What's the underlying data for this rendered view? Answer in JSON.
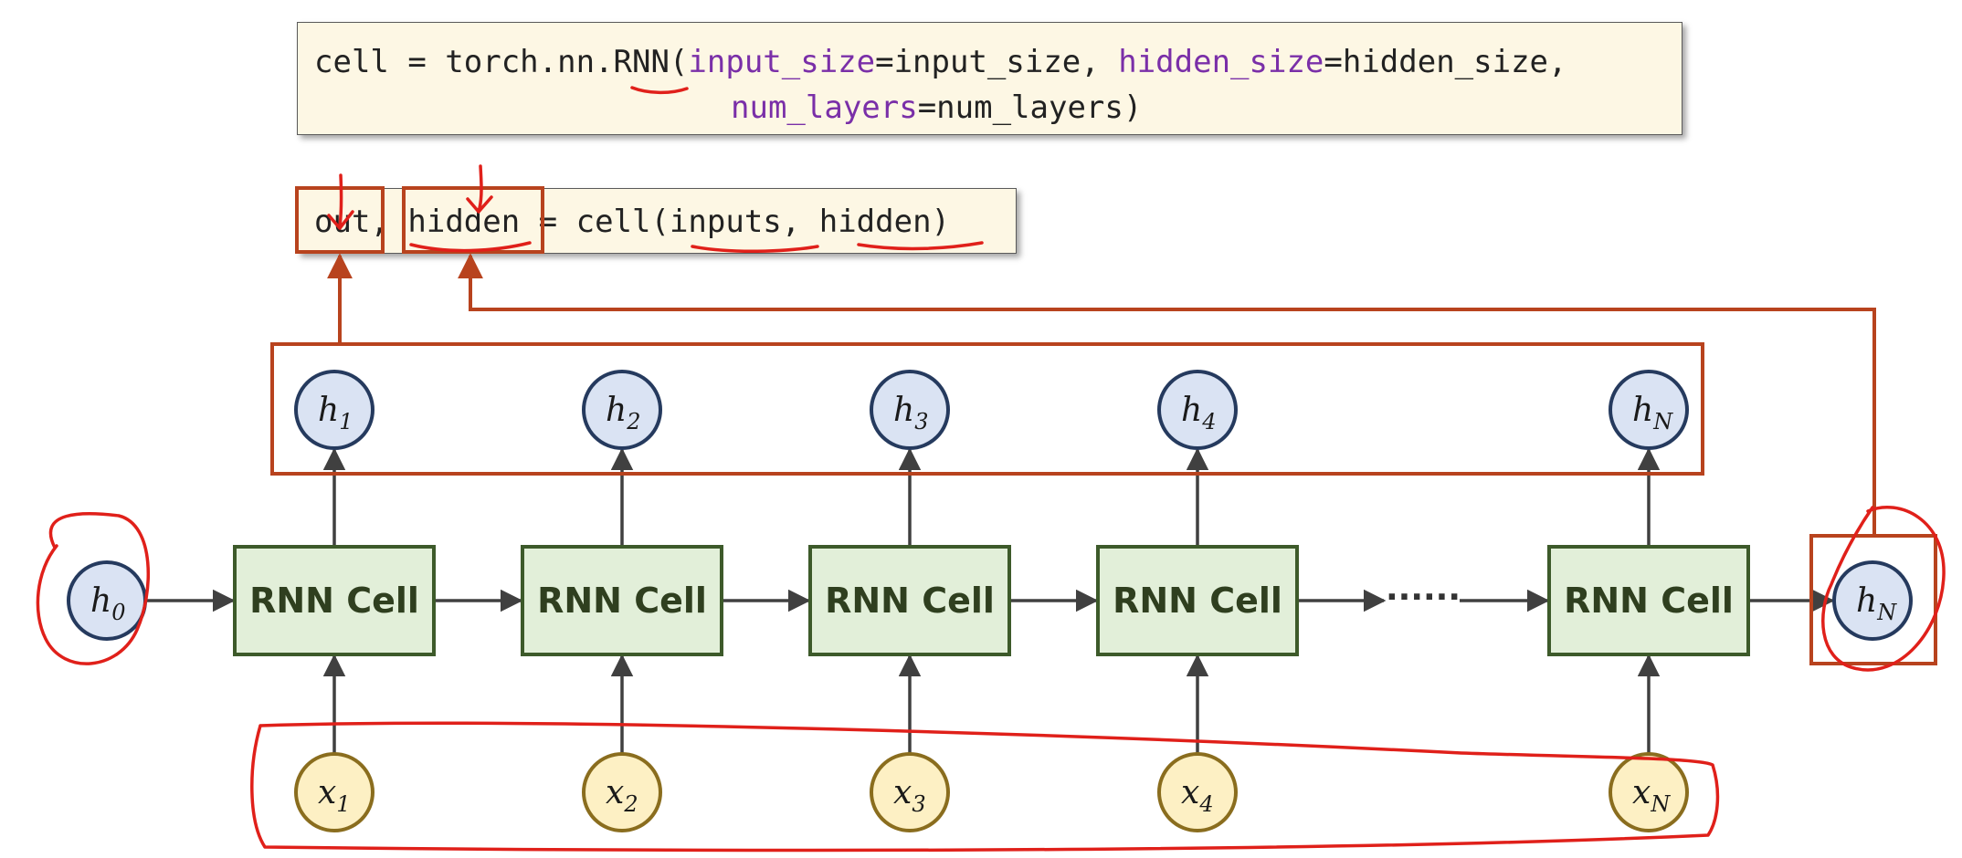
{
  "code": {
    "line1_prefix": "cell = torch.nn.RNN(",
    "line1_kw1": "input_size",
    "line1_val1": "=input_size, ",
    "line1_kw2": "hidden_size",
    "line1_val2": "=hidden_size,",
    "line2_kw": "num_layers",
    "line2_val": "=num_layers)",
    "call_out": "out",
    "call_comma": ", ",
    "call_hidden": "hidden",
    "call_rest": " = cell(inputs, hidden)"
  },
  "diagram": {
    "cell_label": "RNN Cell",
    "ellipsis": "······",
    "initial_hidden": {
      "var": "h",
      "sub": "0"
    },
    "final_hidden": {
      "var": "h",
      "sub": "N"
    },
    "outputs": [
      {
        "var": "h",
        "sub": "1"
      },
      {
        "var": "h",
        "sub": "2"
      },
      {
        "var": "h",
        "sub": "3"
      },
      {
        "var": "h",
        "sub": "4"
      },
      {
        "var": "h",
        "sub": "N"
      }
    ],
    "inputs": [
      {
        "var": "x",
        "sub": "1"
      },
      {
        "var": "x",
        "sub": "2"
      },
      {
        "var": "x",
        "sub": "3"
      },
      {
        "var": "x",
        "sub": "4"
      },
      {
        "var": "x",
        "sub": "N"
      }
    ],
    "colors": {
      "cell_fill": "#e2efd9",
      "cell_stroke": "#3d5a2a",
      "hidden_fill": "#dae3f3",
      "hidden_stroke": "#253a5e",
      "input_fill": "#fdf0c4",
      "input_stroke": "#8a6d1e",
      "frame": "#b8431e",
      "annotation": "#e0201a",
      "arrow": "#404040"
    }
  }
}
